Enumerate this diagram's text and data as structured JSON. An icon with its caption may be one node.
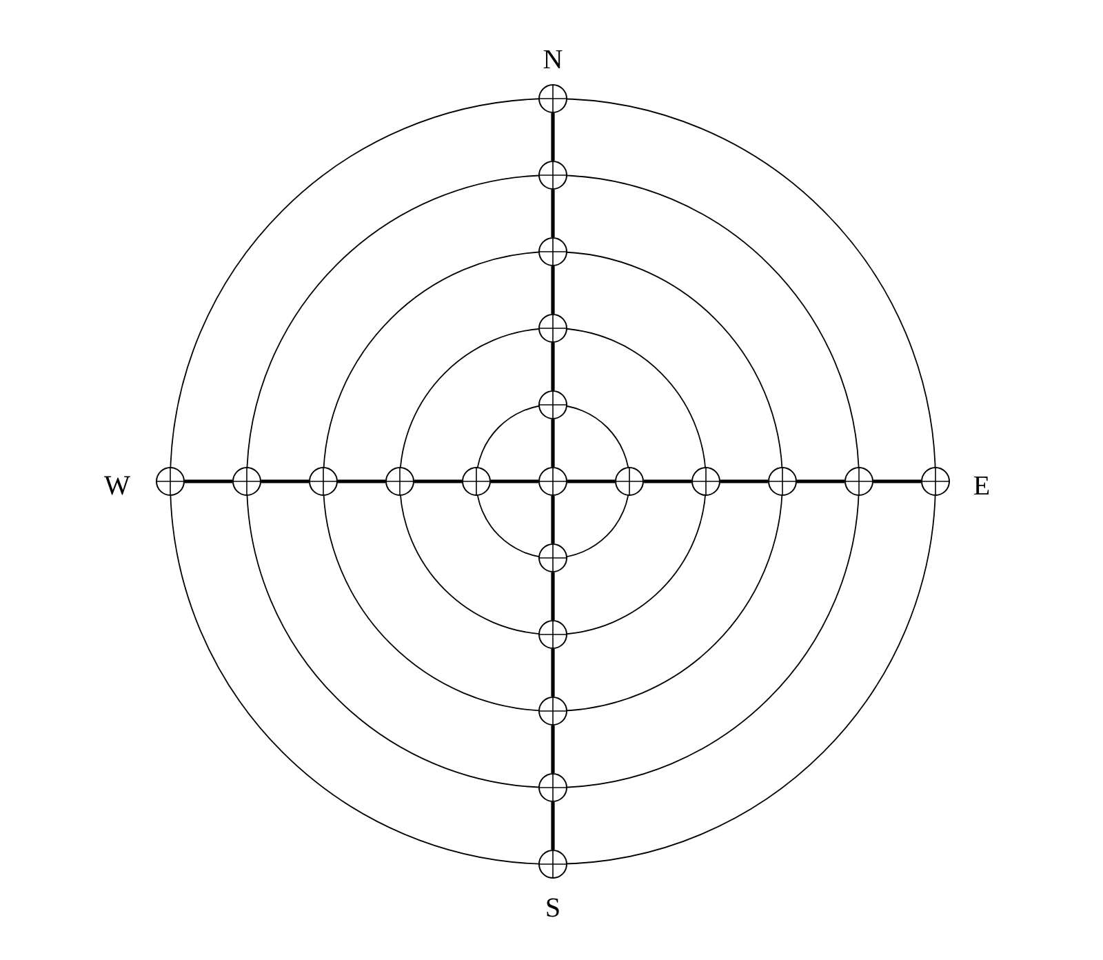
{
  "diagram": {
    "nodes": [
      {
        "text": [],
        "shape": "circle"
      },
      {
        "text": [],
        "shape": "circle"
      },
      {
        "text": [],
        "shape": "circle"
      },
      {
        "text": [],
        "shape": "circle"
      },
      {
        "text": [],
        "shape": "circle"
      },
      {
        "text": [],
        "shape": "circle"
      },
      {
        "text": [],
        "shape": "circle"
      },
      {
        "text": [],
        "shape": "circle"
      },
      {
        "text": [],
        "shape": "circle"
      },
      {
        "text": [],
        "shape": "circle"
      },
      {
        "text": [],
        "shape": "circle"
      },
      {
        "text": [],
        "shape": "circle"
      },
      {
        "text": [],
        "shape": "circle"
      },
      {
        "text": [],
        "shape": "circle"
      },
      {
        "text": [],
        "shape": "circle"
      },
      {
        "text": [],
        "shape": "circle"
      },
      {
        "text": [],
        "shape": "circle"
      },
      {
        "text": [],
        "shape": "circle"
      },
      {
        "text": [],
        "shape": "circle"
      },
      {
        "text": [],
        "shape": "circle"
      },
      {
        "text": [],
        "shape": "circle"
      }
    ],
    "edges": [
      {
        "from": 0,
        "to": 1,
        "arrow": "none"
      },
      {
        "from": 1,
        "to": 2,
        "arrow": "none"
      },
      {
        "from": 2,
        "to": 3,
        "arrow": "none"
      },
      {
        "from": 3,
        "to": 4,
        "arrow": "none"
      },
      {
        "from": 4,
        "to": 10,
        "arrow": "none"
      },
      {
        "from": 5,
        "to": 6,
        "arrow": "none"
      },
      {
        "from": 6,
        "to": 7,
        "arrow": "none"
      },
      {
        "from": 7,
        "to": 8,
        "arrow": "none"
      },
      {
        "from": 8,
        "to": 9,
        "arrow": "none"
      },
      {
        "from": 9,
        "to": 10,
        "arrow": "none"
      },
      {
        "from": 10,
        "to": 11,
        "arrow": "none"
      },
      {
        "from": 11,
        "to": 12,
        "arrow": "none"
      },
      {
        "from": 12,
        "to": 13,
        "arrow": "none"
      },
      {
        "from": 13,
        "to": 14,
        "arrow": "none"
      },
      {
        "from": 14,
        "to": 15,
        "arrow": "none"
      },
      {
        "from": 10,
        "to": 16,
        "arrow": "none"
      },
      {
        "from": 16,
        "to": 17,
        "arrow": "none"
      },
      {
        "from": 17,
        "to": 18,
        "arrow": "none"
      },
      {
        "from": 18,
        "to": 19,
        "arrow": "none"
      },
      {
        "from": 19,
        "to": 20,
        "arrow": "none"
      }
    ],
    "labels": [
      "N",
      "W",
      "E",
      "S"
    ]
  }
}
